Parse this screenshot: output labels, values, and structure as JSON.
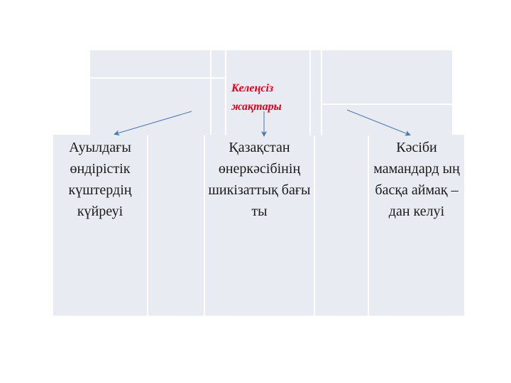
{
  "diagram": {
    "title": "Келеңсіз жақтары",
    "title_color": "#e0001a",
    "cell_color": "#e8ebf2",
    "arrow_color": "#4a78b0",
    "items": [
      {
        "label": "Ауылдағы өндірістік күштердің күйреуі"
      },
      {
        "label": "Қазақстан өнеркәсібінің шикізаттық бағы ты"
      },
      {
        "label": "Кәсіби мамандард ың басқа аймақ – дан келуі"
      }
    ]
  }
}
